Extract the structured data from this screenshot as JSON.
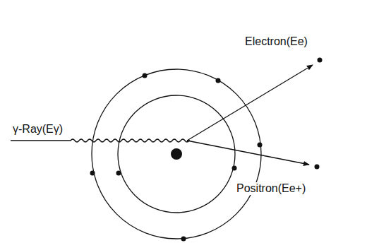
{
  "diagram": {
    "labels": [
      "Electron(Ee)",
      "γ-Ray(Eγ)",
      "Positron(Ee+)"
    ]
  }
}
